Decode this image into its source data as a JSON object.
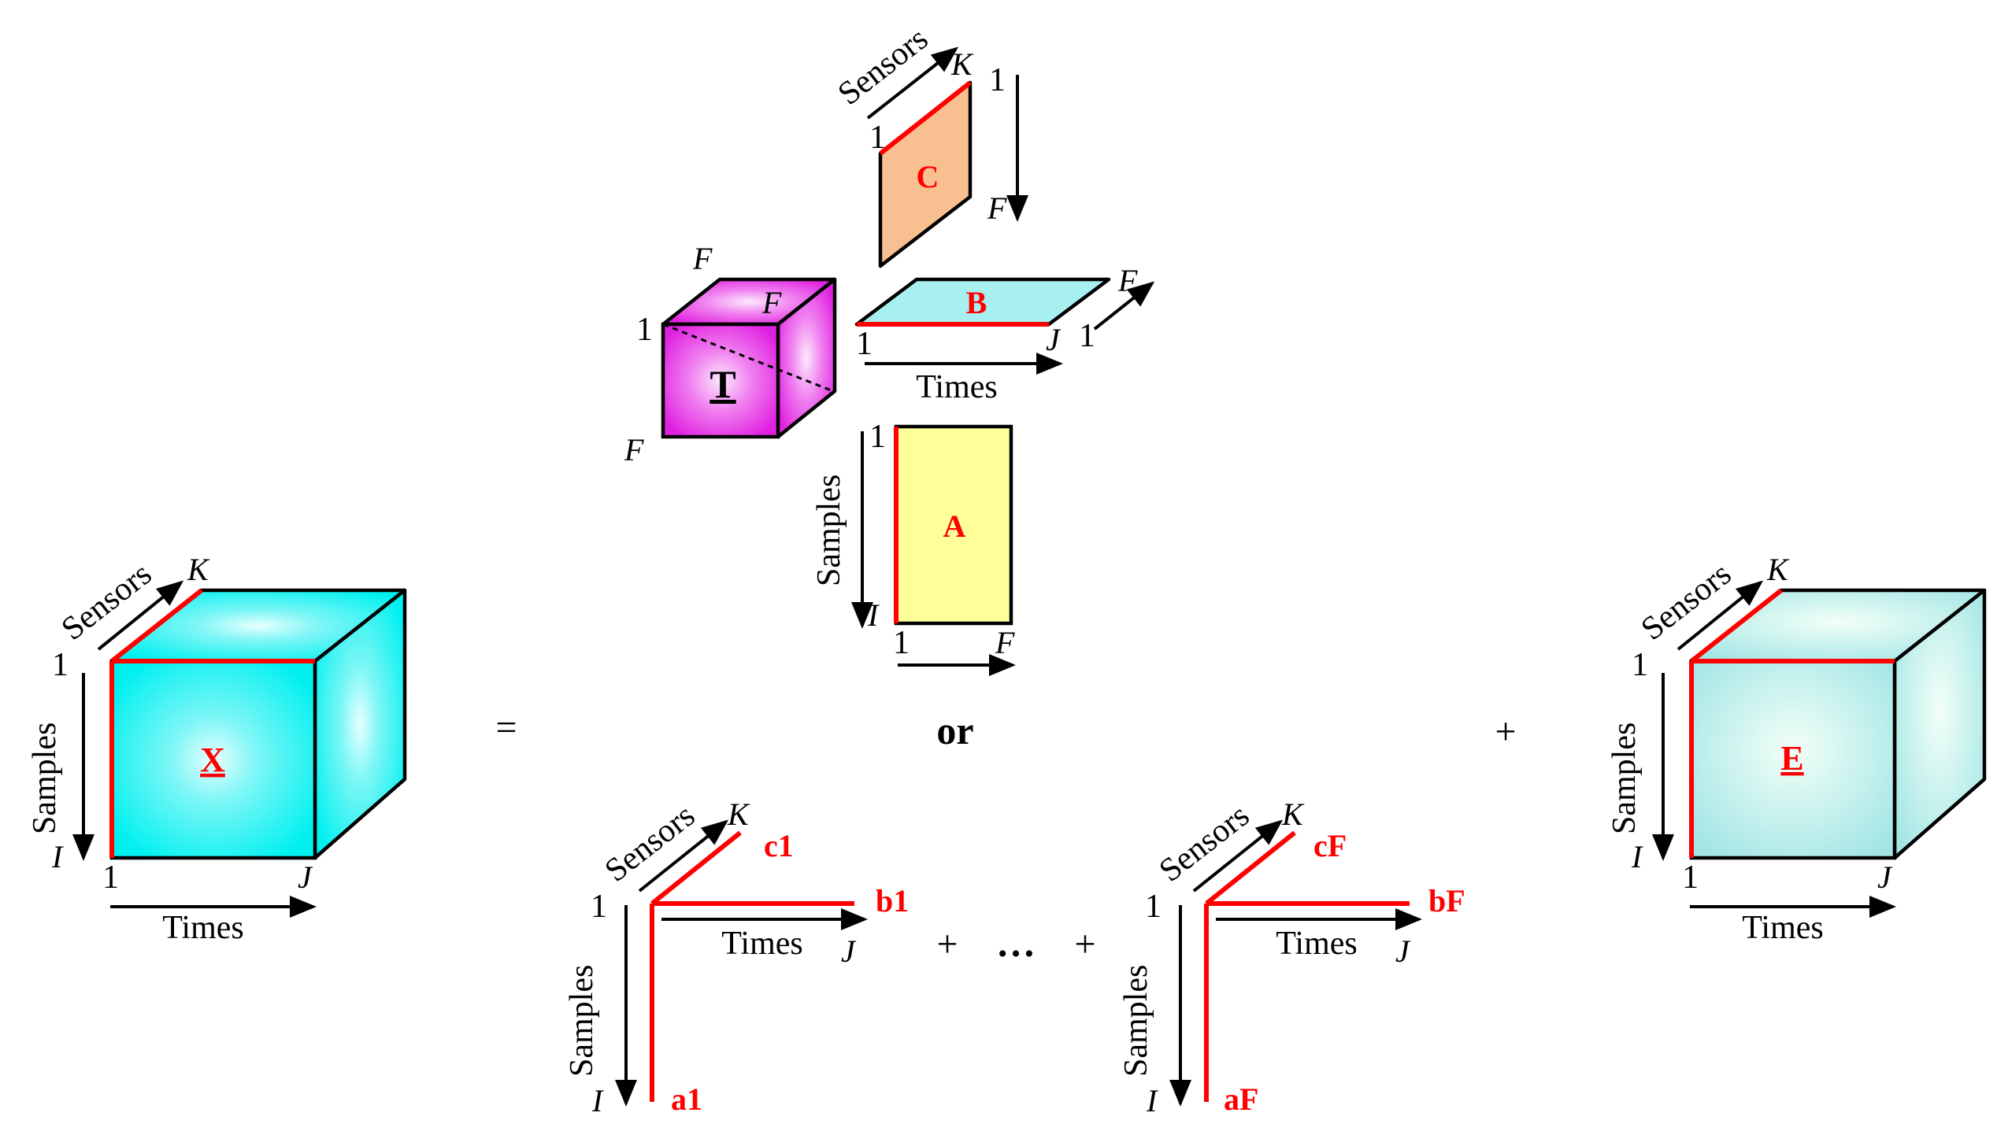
{
  "labels": {
    "sensors": "Sensors",
    "samples": "Samples",
    "times": "Times",
    "one": "1",
    "K": "K",
    "I": "I",
    "J": "J",
    "F": "F"
  },
  "matrices": {
    "X": "X",
    "E": "E",
    "T": "T",
    "A": "A",
    "B": "B",
    "C": "C"
  },
  "components": {
    "a1": "a1",
    "b1": "b1",
    "c1": "c1",
    "aF": "aF",
    "bF": "bF",
    "cF": "cF"
  },
  "operators": {
    "equals": "=",
    "or": "or",
    "plus": "+",
    "ellipsis": "…"
  },
  "colors": {
    "cube_x": "#00f0f0",
    "cube_e": "#a8e8e8",
    "core_t": "#e030e0",
    "matrix_a": "#ffff99",
    "matrix_b": "#a8f0f0",
    "matrix_c": "#f8c090",
    "highlight": "#ff0000"
  }
}
